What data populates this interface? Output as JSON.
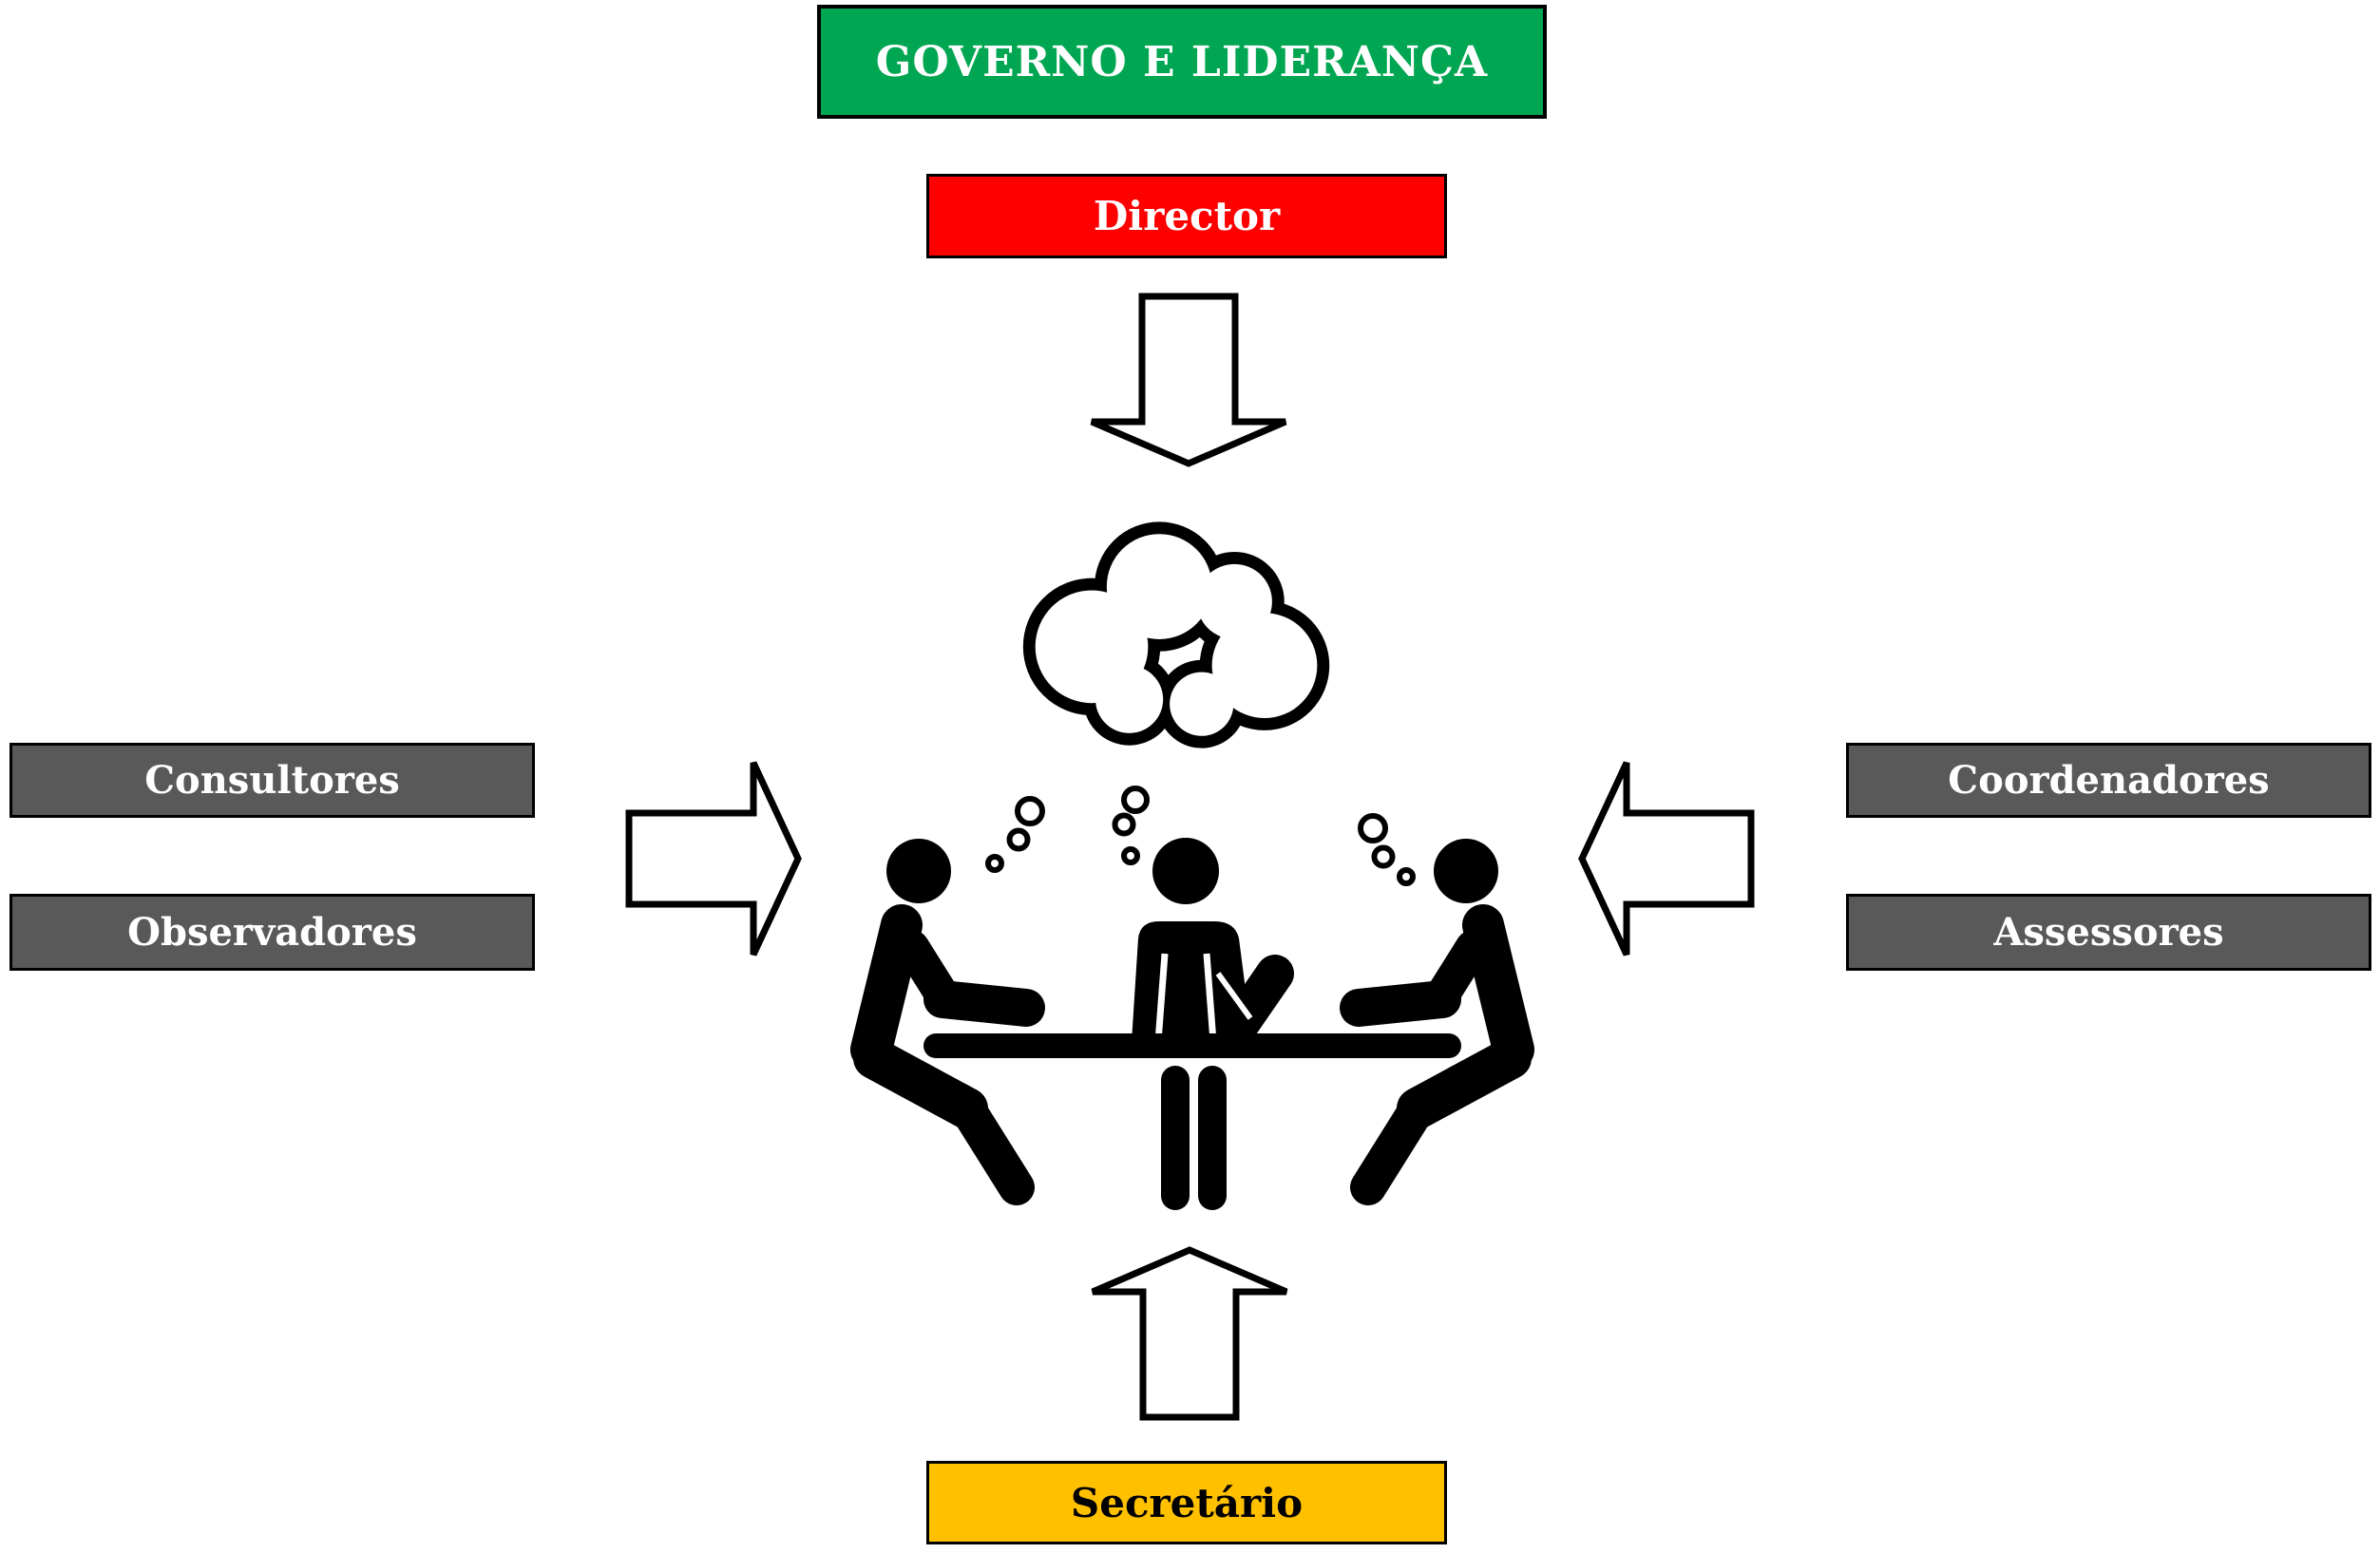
{
  "diagram_title": "GOVERNO E LIDERANÇA",
  "nodes": {
    "governo": {
      "label": "GOVERNO E LIDERANÇA",
      "bg": "#00A651",
      "text_color": "#FFFFFF"
    },
    "director": {
      "label": "Director",
      "bg": "#FF0000",
      "text_color": "#FFFFFF"
    },
    "consultores": {
      "label": "Consultores",
      "bg": "#595959",
      "text_color": "#FFFFFF"
    },
    "observadores": {
      "label": "Observadores",
      "bg": "#595959",
      "text_color": "#FFFFFF"
    },
    "coordenadores": {
      "label": "Coordenadores",
      "bg": "#595959",
      "text_color": "#FFFFFF"
    },
    "assessores": {
      "label": "Assessores",
      "bg": "#595959",
      "text_color": "#FFFFFF"
    },
    "secretario": {
      "label": "Secretário",
      "bg": "#FFC000",
      "text_color": "#000000"
    }
  },
  "icons": {
    "cloud": "thought-cloud-icon",
    "meeting": "meeting-table-icon",
    "arrow_down": "down-block-arrow-icon",
    "arrow_up": "up-block-arrow-icon",
    "arrow_right": "right-block-arrow-icon",
    "arrow_left": "left-block-arrow-icon"
  },
  "colors": {
    "green": "#00A651",
    "red": "#FF0000",
    "dark_gray": "#595959",
    "amber": "#FFC000",
    "black": "#000000",
    "white": "#FFFFFF"
  }
}
